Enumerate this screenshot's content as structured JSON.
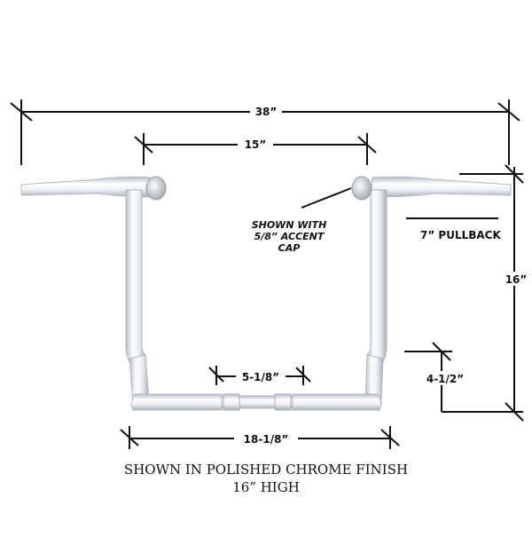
{
  "dimensions": {
    "overall_width": "38”",
    "center_width": "15”",
    "base_width": "18-1/8”",
    "mount_center": "5-1/8”",
    "height": "16”",
    "bottom_rise": "4-1/2”",
    "pullback": "7” PULLBACK"
  },
  "callout": {
    "line1": "SHOWN WITH",
    "line2": "5/8” ACCENT",
    "line3": "CAP"
  },
  "caption": {
    "finish": "SHOWN IN POLISHED CHROME FINISH",
    "height": "16” HIGH"
  },
  "colors": {
    "chrome_light": "#ffffff",
    "chrome_mid": "#e4e7ec",
    "chrome_dark": "#a9aeb6",
    "dimension_line": "#111111"
  }
}
